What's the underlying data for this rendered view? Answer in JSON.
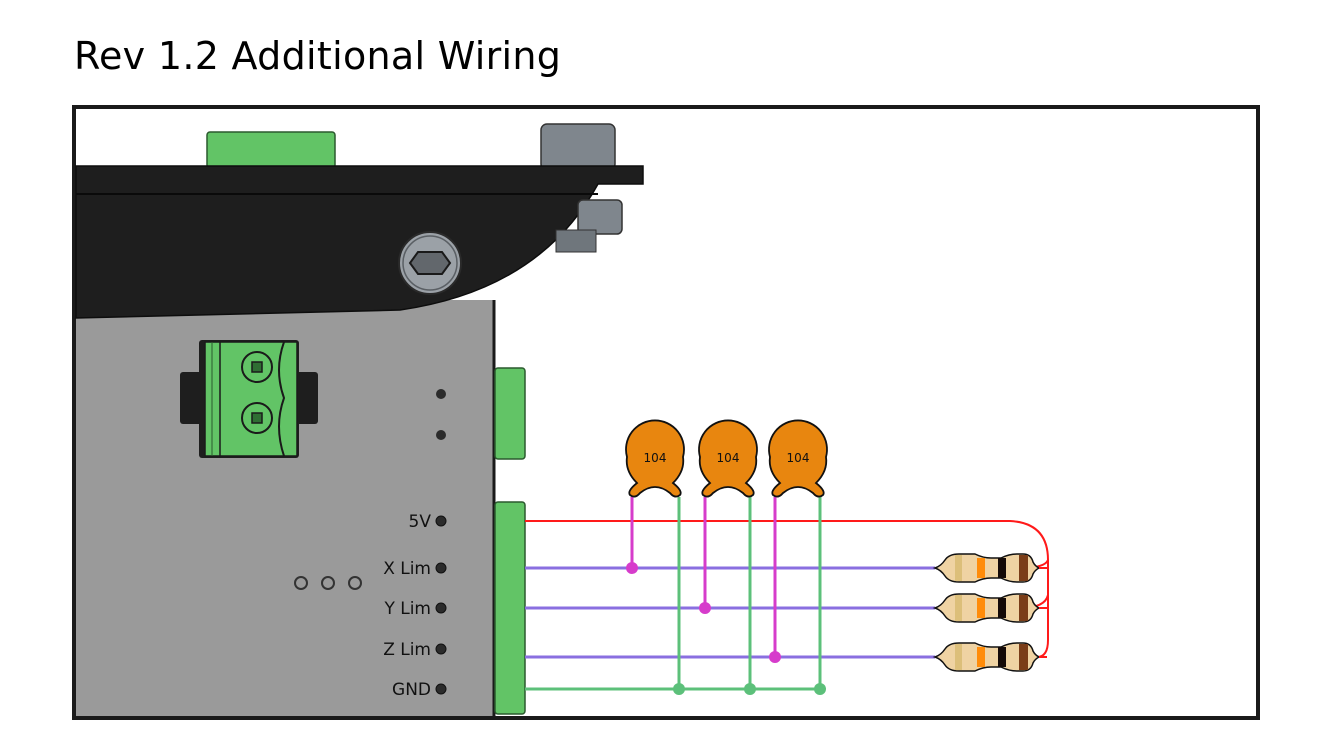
{
  "title": "Rev 1.2 Additional Wiring",
  "colors": {
    "frame": "#1a1a1a",
    "board": "#9a9a9a",
    "bracket": "#1e1e1e",
    "connector_green": "#62c466",
    "bolt_gray": "#8a9097",
    "wire_5v": "#ff1a1a",
    "wire_signal": "#8a6fe0",
    "wire_gnd": "#5cc07a",
    "wire_cap_signal": "#d63ccb",
    "capacitor_body": "#e8860f",
    "resistor_body": "#efd3a3"
  },
  "header_pins": [
    {
      "label": "5V",
      "net": "5v"
    },
    {
      "label": "X Lim",
      "net": "x"
    },
    {
      "label": "Y Lim",
      "net": "y"
    },
    {
      "label": "Z Lim",
      "net": "z"
    },
    {
      "label": "GND",
      "net": "gnd"
    }
  ],
  "capacitors": [
    {
      "label": "104",
      "signal": "X Lim"
    },
    {
      "label": "104",
      "signal": "Y Lim"
    },
    {
      "label": "104",
      "signal": "Z Lim"
    }
  ],
  "resistors": [
    {
      "signal": "X Lim",
      "bands": [
        "#dcbf7a",
        "#ff8c0a",
        "#140a08",
        "#7a3d18"
      ]
    },
    {
      "signal": "Y Lim",
      "bands": [
        "#dcbf7a",
        "#ff8c0a",
        "#140a08",
        "#7a3d18"
      ]
    },
    {
      "signal": "Z Lim",
      "bands": [
        "#dcbf7a",
        "#ff8c0a",
        "#140a08",
        "#7a3d18"
      ]
    }
  ]
}
